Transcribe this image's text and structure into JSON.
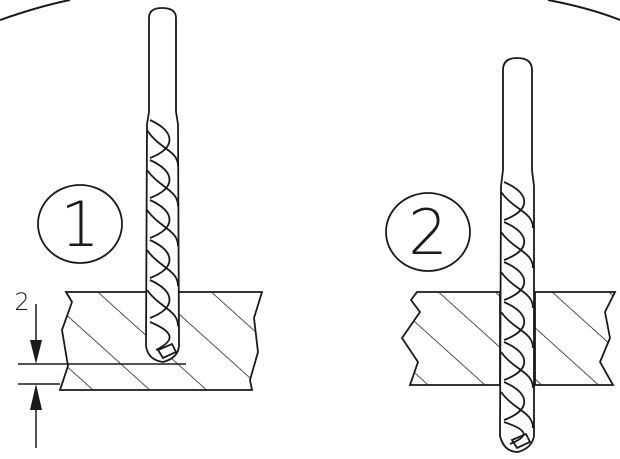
{
  "steps": [
    {
      "number": "1"
    },
    {
      "number": "2"
    }
  ],
  "dimension": {
    "value": "2"
  },
  "colors": {
    "stroke": "#1a1a1a",
    "background": "#ffffff"
  }
}
